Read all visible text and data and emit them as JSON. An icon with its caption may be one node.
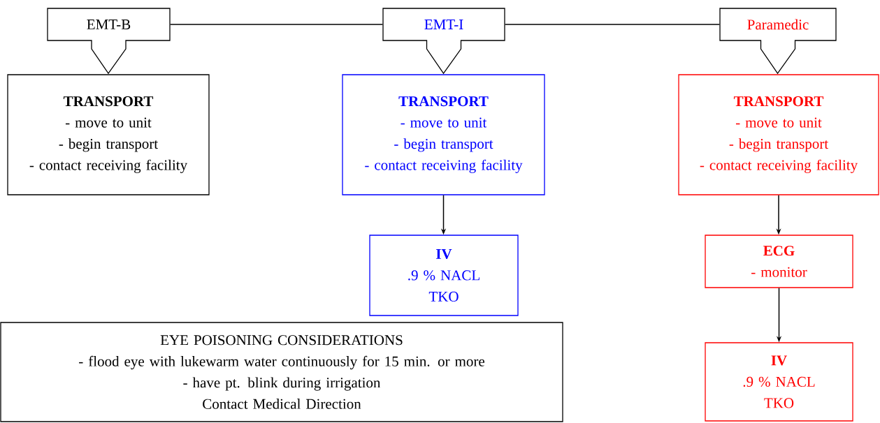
{
  "diagram": {
    "nodes": [
      {
        "text": [
          "EMT-B"
        ]
      },
      {
        "text": [
          "EMT-I"
        ]
      },
      {
        "text": [
          "Paramedic"
        ]
      },
      {
        "text": [
          "TRANSPORT",
          "- move to unit",
          "- begin transport",
          "- contact receiving facility"
        ]
      },
      {
        "text": [
          "TRANSPORT",
          "- move to unit",
          "- begin transport",
          "- contact receiving facility"
        ]
      },
      {
        "text": [
          "TRANSPORT",
          "- move to unit",
          "- begin transport",
          "- contact receiving facility"
        ]
      },
      {
        "text": [
          "IV",
          ".9 % NACL",
          "TKO"
        ]
      },
      {
        "text": [
          "ECG",
          "- monitor"
        ]
      },
      {
        "text": [
          "IV",
          ".9 % NACL",
          "TKO"
        ]
      },
      {
        "text": [
          "EYE POISONING CONSIDERATIONS",
          "- flood eye with lukewarm water continuously for 15 min. or more",
          "- have pt. blink during irrigation",
          "Contact Medical Direction"
        ]
      }
    ],
    "edges": [
      {
        "from": 0,
        "to": 1,
        "arrow": "none"
      },
      {
        "from": 1,
        "to": 2,
        "arrow": "none"
      },
      {
        "from": 4,
        "to": 6,
        "arrow": "to"
      },
      {
        "from": 5,
        "to": 7,
        "arrow": "to"
      },
      {
        "from": 7,
        "to": 8,
        "arrow": "to"
      }
    ]
  }
}
